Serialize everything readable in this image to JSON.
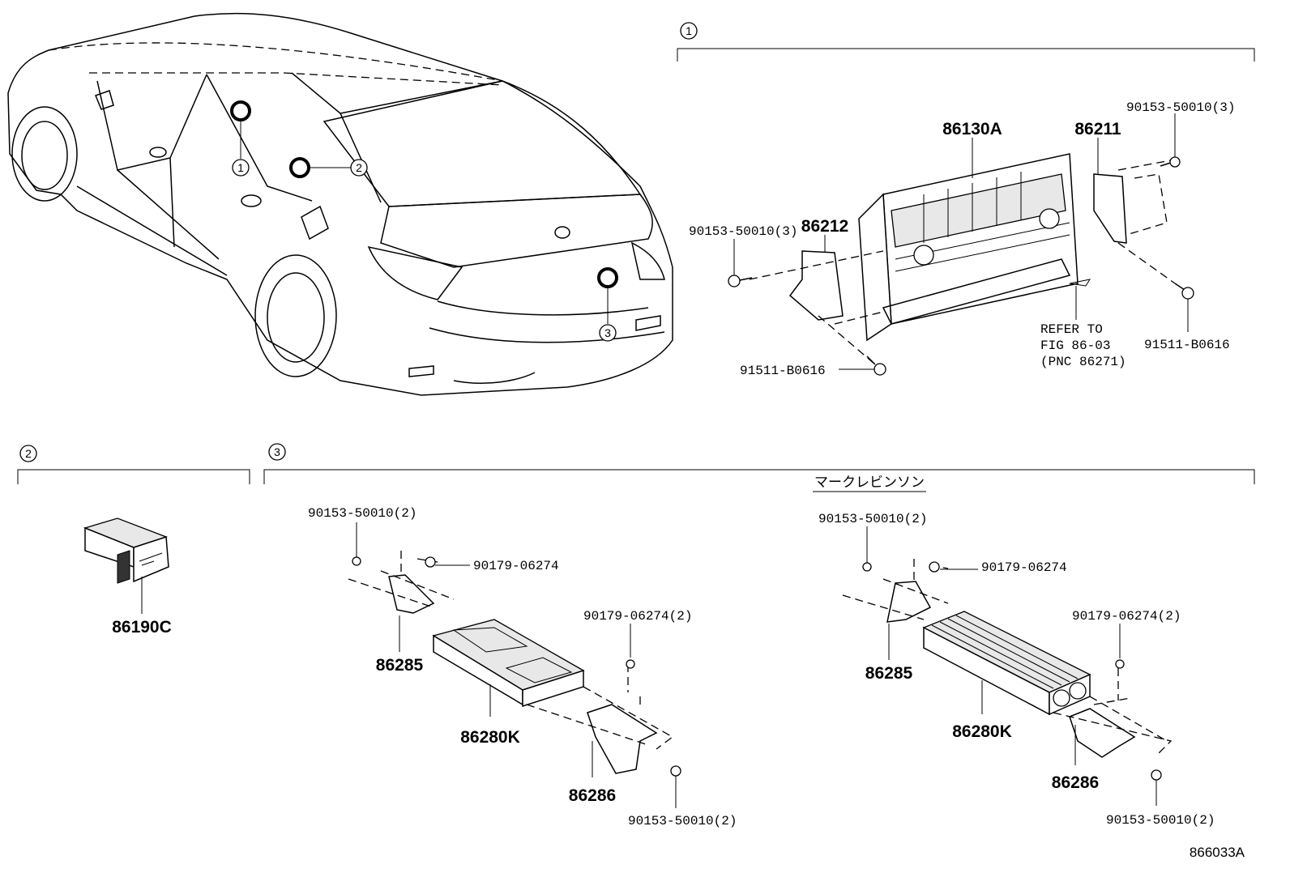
{
  "callouts": {
    "c1": "1",
    "c2": "2",
    "c3": "3"
  },
  "section1": {
    "label_86130A": "86130A",
    "label_86211": "86211",
    "label_86212": "86212",
    "label_bolt_top_right": "90153-50010(3)",
    "label_bolt_left": "90153-50010(3)",
    "label_screw_right": "91511-B0616",
    "label_screw_bottom": "91511-B0616",
    "refer_line1": "REFER TO",
    "refer_line2": "FIG 86-03",
    "refer_line3": "(PNC 86271)"
  },
  "section2": {
    "label_86190C": "86190C"
  },
  "section3": {
    "sub_heading": "マークレビンソン",
    "left": {
      "bolt_top": "90153-50010(2)",
      "nut_top": "90179-06274",
      "nut_right": "90179-06274(2)",
      "bracket_a": "86285",
      "amp": "86280K",
      "bracket_b": "86286",
      "bolt_bottom": "90153-50010(2)"
    },
    "right": {
      "bolt_top": "90153-50010(2)",
      "nut_top": "90179-06274",
      "nut_right": "90179-06274(2)",
      "bracket_a": "86285",
      "amp": "86280K",
      "bracket_b": "86286",
      "bolt_bottom": "90153-50010(2)"
    }
  },
  "figure_id": "866033A"
}
